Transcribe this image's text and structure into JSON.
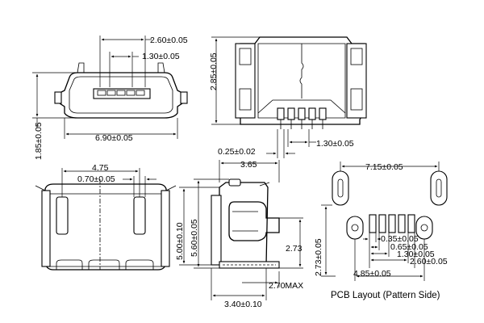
{
  "front_view": {
    "dim_top_outer": "2.60±0.05",
    "dim_top_inner": "1.30±0.05",
    "dim_width": "6.90±0.05",
    "dim_height": "1.85±0.05"
  },
  "side_top_view": {
    "dim_height": "2.85±0.05",
    "dim_lead_thickness": "0.25±0.02",
    "dim_pitch": "1.30±0.05"
  },
  "bottom_view": {
    "dim_width": "4.75",
    "dim_peg": "0.70±0.05"
  },
  "side_view": {
    "dim_top": "3.65",
    "dim_height_inner": "5.00±0.10",
    "dim_height_outer": "5.60±0.05",
    "dim_lead": "2.73",
    "dim_max": "2.70MAX",
    "dim_bottom": "3.40±0.10"
  },
  "pcb_layout": {
    "dim_top": "7.15±0.05",
    "dim_pad_width": "0.35±0.05",
    "dim_pad_pitch": "0.65±0.05",
    "dim_pad_span": "1.30±0.05",
    "dim_pad_span_outer": "2.60±0.05",
    "dim_vertical": "2.73±0.05",
    "dim_bottom": "4.85±0.05",
    "caption": "PCB Layout (Pattern Side)"
  }
}
